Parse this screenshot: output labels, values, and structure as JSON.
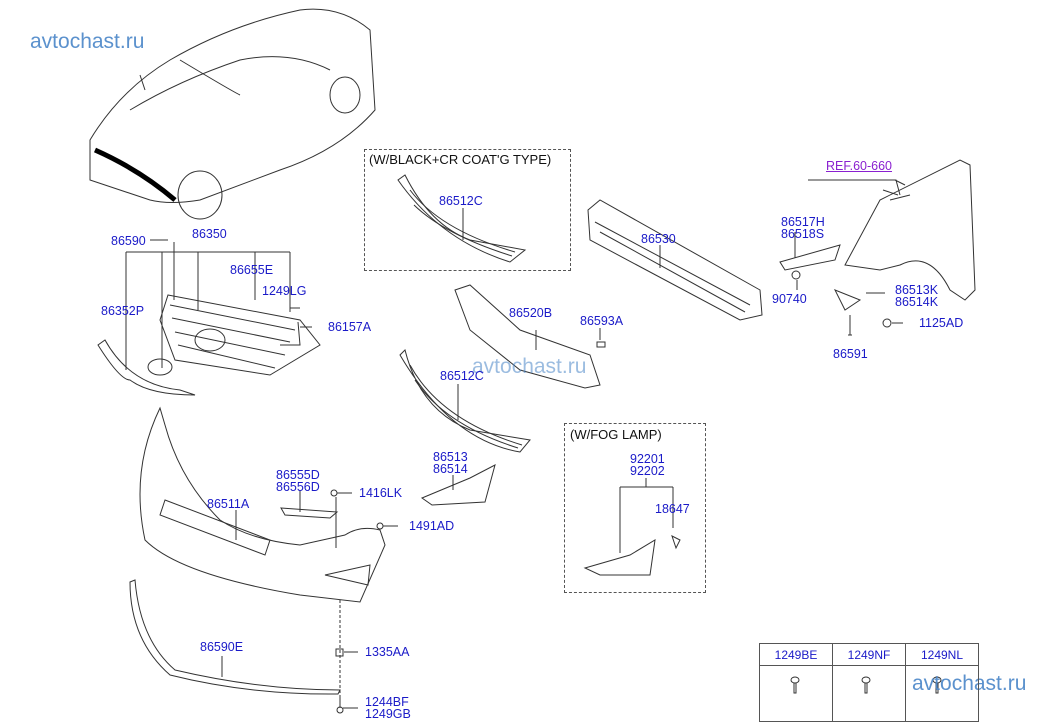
{
  "watermarks": [
    "avtochast.ru",
    "avtochast.ru",
    "avtochast.ru"
  ],
  "group_headers": {
    "black_cr_coat": "(W/BLACK+CR COAT'G TYPE)",
    "fog_lamp": "(W/FOG LAMP)"
  },
  "ref_link": "REF.60-660",
  "part_labels": {
    "p86590": "86590",
    "p86350": "86350",
    "p86655E": "86655E",
    "p1249LG": "1249LG",
    "p86352P": "86352P",
    "p86157A": "86157A",
    "p86512C_top": "86512C",
    "p86530": "86530",
    "p86517H": "86517H",
    "p86518S": "86518S",
    "p90740": "90740",
    "p86513K": "86513K",
    "p86514K": "86514K",
    "p1125AD": "1125AD",
    "p86591": "86591",
    "p86520B": "86520B",
    "p86593A": "86593A",
    "p86512C_mid": "86512C",
    "p86513": "86513",
    "p86514": "86514",
    "p92201": "92201",
    "p92202": "92202",
    "p18647": "18647",
    "p86555D": "86555D",
    "p86556D": "86556D",
    "p1416LK": "1416LK",
    "p86511A": "86511A",
    "p1491AD": "1491AD",
    "p86590E": "86590E",
    "p1335AA": "1335AA",
    "p1244BF": "1244BF",
    "p1249GB": "1249GB"
  },
  "screw_legend": [
    {
      "part": "1249BE",
      "icon": "screw-icon"
    },
    {
      "part": "1249NF",
      "icon": "screw-icon"
    },
    {
      "part": "1249NL",
      "icon": "screw-icon"
    }
  ],
  "colors": {
    "label": "#1a1ac8",
    "ref": "#8a1fd0",
    "watermark": "#4a86c8"
  }
}
